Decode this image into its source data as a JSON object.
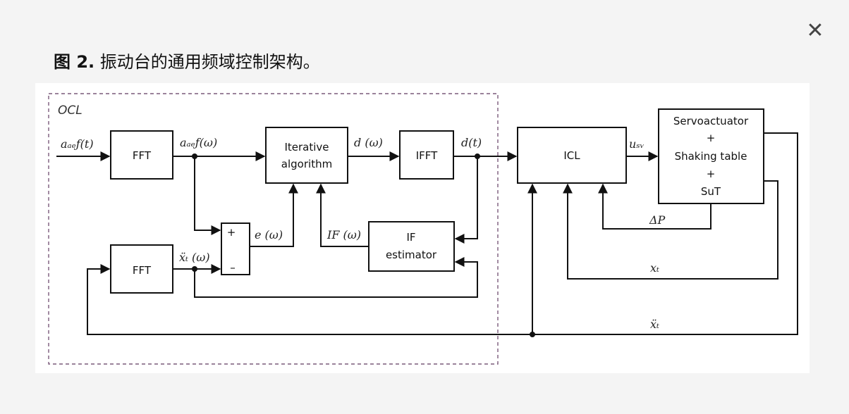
{
  "dialog": {
    "close_icon": "close-icon",
    "close_glyph": "✕"
  },
  "caption": {
    "prefix": "图 2.",
    "text": " 振动台的通用频域控制架构。"
  },
  "diagram": {
    "region_label": "OCL",
    "blocks": {
      "fft_top": "FFT",
      "fft_bottom": "FFT",
      "iterative_line1": "Iterative",
      "iterative_line2": "algorithm",
      "ifft": "IFFT",
      "if_estimator_line1": "IF",
      "if_estimator_line2": "estimator",
      "icl": "ICL",
      "plant_line1": "Servoactuator",
      "plant_plus1": "+",
      "plant_line2": "Shaking table",
      "plant_plus2": "+",
      "plant_line3": "SuT"
    },
    "sum_signs": {
      "plus": "+",
      "minus": "–"
    },
    "signals": {
      "aref_t": "aₐₑƒ(t)",
      "aref_w": "aₐₑƒ(ω)",
      "d_w": "d (ω)",
      "d_t": "d(t)",
      "usv": "uₛᵥ",
      "e_w": "e (ω)",
      "if_w": "IF (ω)",
      "xdd_w": "ẍₜ (ω)",
      "dP": "ΔP",
      "xt": "xₜ",
      "xdd_t": "ẍₜ"
    }
  }
}
